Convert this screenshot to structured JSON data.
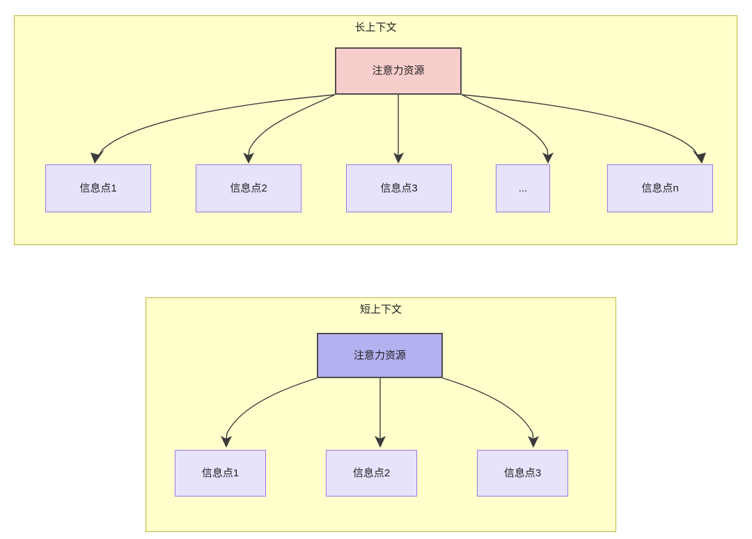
{
  "diagram": {
    "title_note": "attention-resource-allocation-comparison",
    "background_color": "#ffffff",
    "panel_fill": "#ffffcc",
    "panel_border": "#b8b83a",
    "edge_color": "#3b3b3b"
  },
  "panels": [
    {
      "id": "long-context",
      "title": "长上下文",
      "root": {
        "label": "注意力资源",
        "fill": "#f8cecc",
        "border": "#4d4d4d"
      },
      "children": [
        {
          "label": "信息点1"
        },
        {
          "label": "信息点2"
        },
        {
          "label": "信息点3"
        },
        {
          "label": "..."
        },
        {
          "label": "信息点n"
        }
      ],
      "child_style": {
        "fill": "#e6e3fd",
        "border": "#9a76e8"
      }
    },
    {
      "id": "short-context",
      "title": "短上下文",
      "root": {
        "label": "注意力资源",
        "fill": "#b3b1f0",
        "border": "#4d4d4d"
      },
      "children": [
        {
          "label": "信息点1"
        },
        {
          "label": "信息点2"
        },
        {
          "label": "信息点3"
        }
      ],
      "child_style": {
        "fill": "#e6e3fd",
        "border": "#9a76e8"
      }
    }
  ]
}
